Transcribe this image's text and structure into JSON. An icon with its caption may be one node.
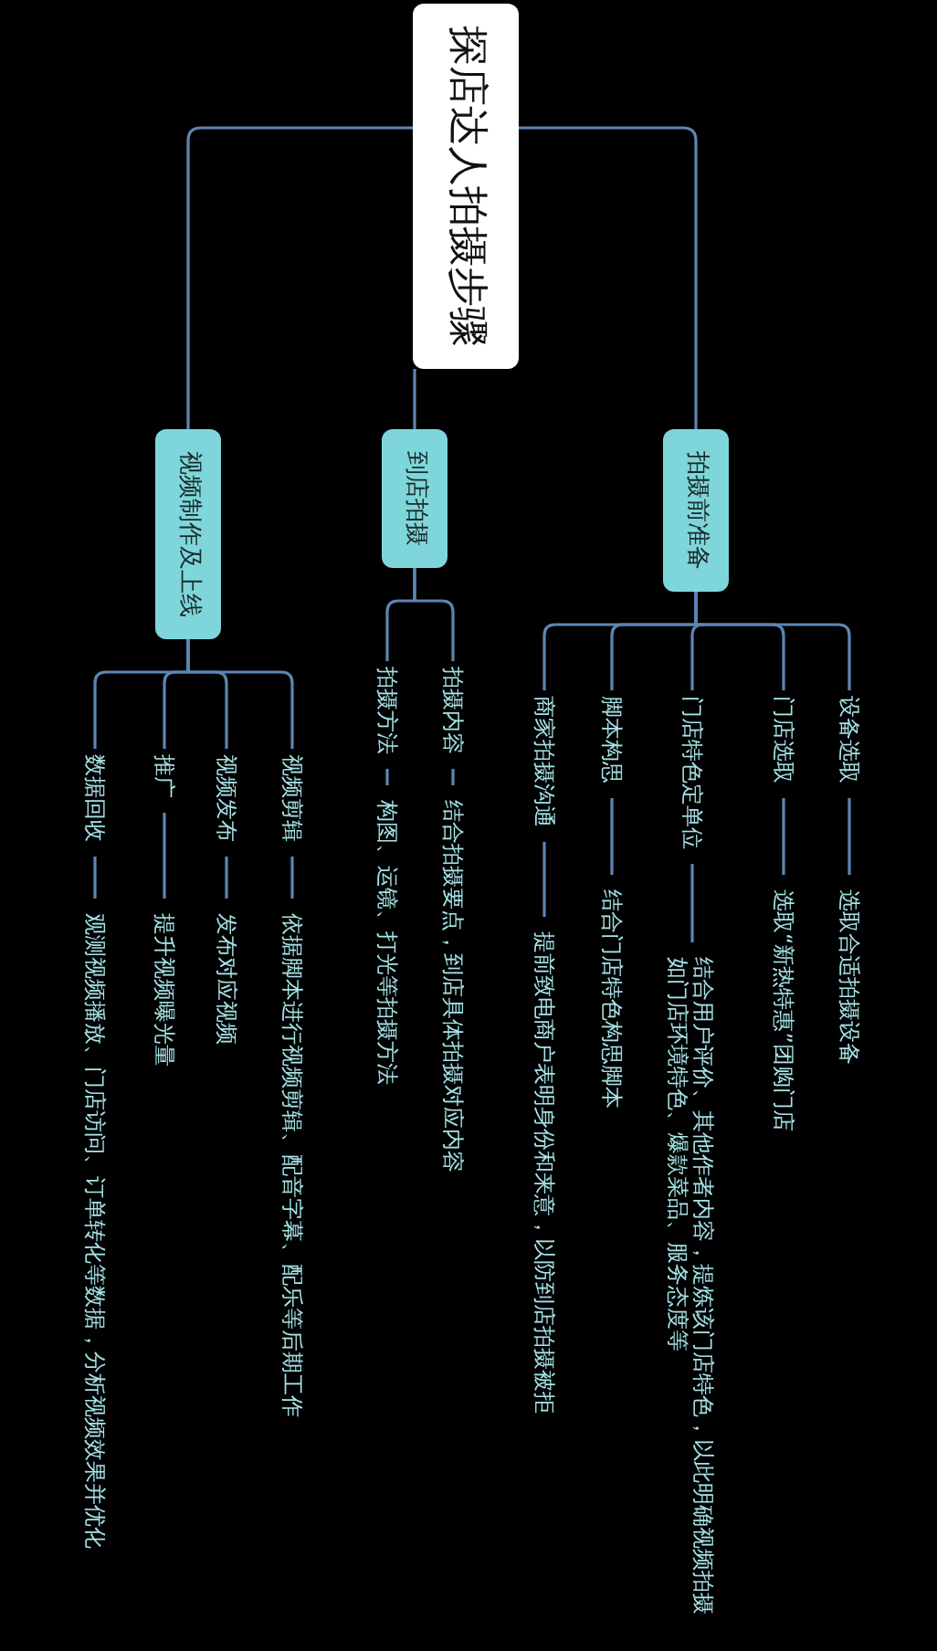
{
  "diagram": {
    "nodes": [
      {
        "text": [
          "探店达人拍摄步骤"
        ]
      },
      {
        "text": [
          "拍摄前准备"
        ]
      },
      {
        "text": [
          "设备选取"
        ]
      },
      {
        "text": [
          "选取合适拍摄设备"
        ]
      },
      {
        "text": [
          "门店选取"
        ]
      },
      {
        "text": [
          "选取“新热特惠”团购门店"
        ]
      },
      {
        "text": [
          "门店特色定单位"
        ]
      },
      {
        "text": [
          "结合用户评价、其他作者内容，提炼该门店特色，以此明确视频拍摄如门店环境特色、爆款菜品、服务态度等"
        ]
      },
      {
        "text": [
          "脚本构思"
        ]
      },
      {
        "text": [
          "结合门店特色构思脚本"
        ]
      },
      {
        "text": [
          "商家拍摄沟通"
        ]
      },
      {
        "text": [
          "提前致电商户表明身份和来意，以防到店拍摄被拒"
        ]
      },
      {
        "text": [
          "到店拍摄"
        ]
      },
      {
        "text": [
          "拍摄内容"
        ]
      },
      {
        "text": [
          "结合拍摄要点，到店具体拍摄对应内容"
        ]
      },
      {
        "text": [
          "拍摄方法"
        ]
      },
      {
        "text": [
          "构图、运镜、打光等拍摄方法"
        ]
      },
      {
        "text": [
          "视频制作及上线"
        ]
      },
      {
        "text": [
          "视频剪辑"
        ]
      },
      {
        "text": [
          "依据脚本进行视频剪辑、配音字幕、配乐等后期工作"
        ]
      },
      {
        "text": [
          "视频发布"
        ]
      },
      {
        "text": [
          "发布对应视频"
        ]
      },
      {
        "text": [
          "推广"
        ]
      },
      {
        "text": [
          "提升视频曝光量"
        ]
      },
      {
        "text": [
          "数据回收"
        ]
      },
      {
        "text": [
          "观测视频播放、门店访问、订单转化等数据，分析视频效果并优化"
        ]
      }
    ],
    "edges": [
      {
        "from": 0,
        "to": 1,
        "arrow": "none"
      },
      {
        "from": 0,
        "to": 12,
        "arrow": "none"
      },
      {
        "from": 0,
        "to": 17,
        "arrow": "none"
      },
      {
        "from": 1,
        "to": 2,
        "arrow": "none"
      },
      {
        "from": 1,
        "to": 4,
        "arrow": "none"
      },
      {
        "from": 1,
        "to": 6,
        "arrow": "none"
      },
      {
        "from": 1,
        "to": 8,
        "arrow": "none"
      },
      {
        "from": 1,
        "to": 10,
        "arrow": "none"
      },
      {
        "from": 2,
        "to": 3,
        "arrow": "none"
      },
      {
        "from": 4,
        "to": 5,
        "arrow": "none"
      },
      {
        "from": 6,
        "to": 7,
        "arrow": "none"
      },
      {
        "from": 8,
        "to": 9,
        "arrow": "none"
      },
      {
        "from": 10,
        "to": 11,
        "arrow": "none"
      },
      {
        "from": 12,
        "to": 13,
        "arrow": "none"
      },
      {
        "from": 12,
        "to": 15,
        "arrow": "none"
      },
      {
        "from": 13,
        "to": 14,
        "arrow": "none"
      },
      {
        "from": 15,
        "to": 16,
        "arrow": "none"
      },
      {
        "from": 17,
        "to": 18,
        "arrow": "none"
      },
      {
        "from": 17,
        "to": 20,
        "arrow": "none"
      },
      {
        "from": 17,
        "to": 22,
        "arrow": "none"
      },
      {
        "from": 17,
        "to": 24,
        "arrow": "none"
      },
      {
        "from": 18,
        "to": 19,
        "arrow": "none"
      },
      {
        "from": 20,
        "to": 21,
        "arrow": "none"
      },
      {
        "from": 22,
        "to": 23,
        "arrow": "none"
      },
      {
        "from": 24,
        "to": 25,
        "arrow": "none"
      }
    ]
  }
}
